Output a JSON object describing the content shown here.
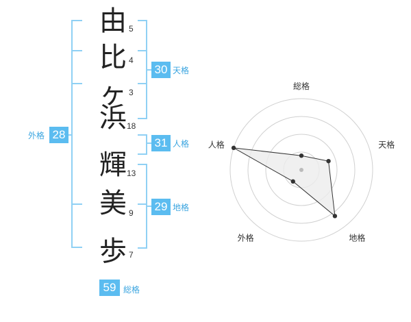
{
  "name_chars": [
    {
      "char": "由",
      "strokes": "5"
    },
    {
      "char": "比",
      "strokes": "4"
    },
    {
      "char": "ヶ",
      "strokes": "3"
    },
    {
      "char": "浜",
      "strokes": "18"
    },
    {
      "char": "輝",
      "strokes": "13"
    },
    {
      "char": "美",
      "strokes": "9"
    },
    {
      "char": "歩",
      "strokes": "7"
    }
  ],
  "kaku": {
    "tenkaku": {
      "value": "30",
      "label": "天格"
    },
    "jinkaku": {
      "value": "31",
      "label": "人格"
    },
    "chikaku": {
      "value": "29",
      "label": "地格"
    },
    "gaikaku": {
      "value": "28",
      "label": "外格"
    },
    "soukaku": {
      "value": "59",
      "label": "総格"
    }
  },
  "chart_data": {
    "type": "radar",
    "axes": [
      "総格",
      "天格",
      "地格",
      "外格",
      "人格"
    ],
    "values": [
      1,
      2,
      4,
      1,
      5
    ],
    "max": 5,
    "rings": 4,
    "colors": {
      "fill": "#ececec",
      "stroke": "#333333",
      "point": "#333333",
      "grid": "#d0d0d0"
    }
  }
}
